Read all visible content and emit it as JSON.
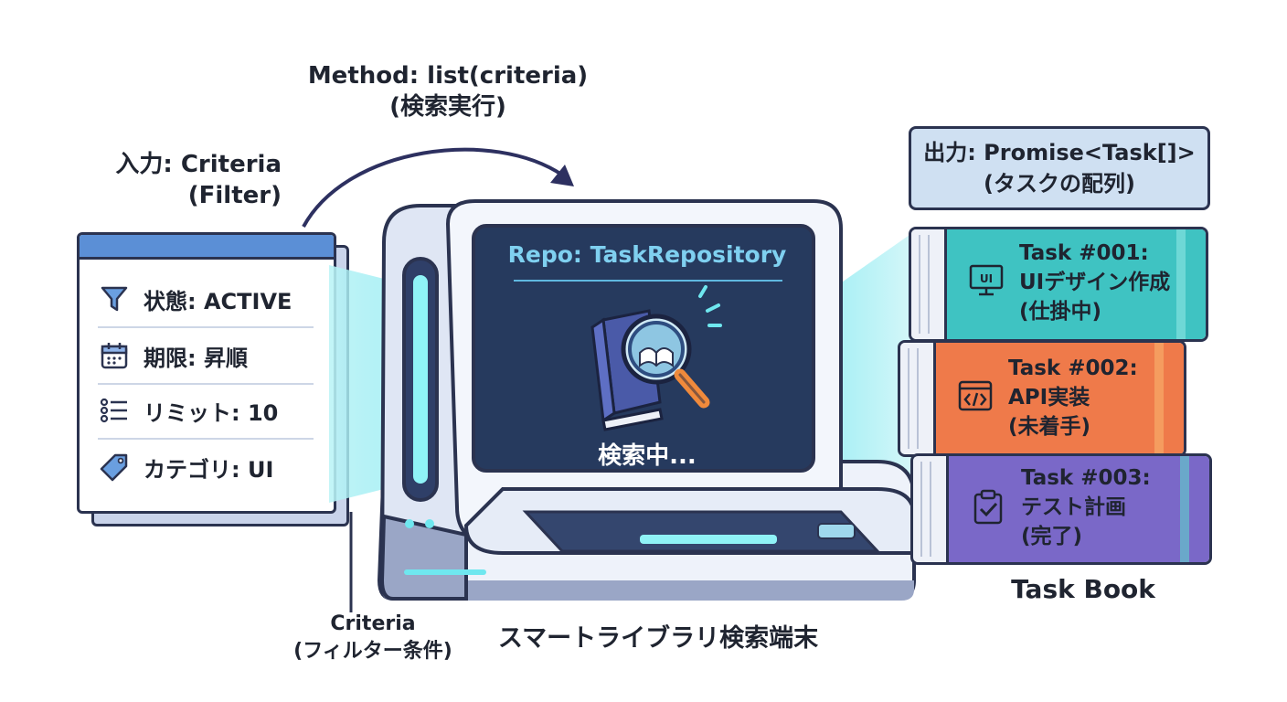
{
  "method": {
    "line1": "Method: list(criteria)",
    "line2": "(検索実行)"
  },
  "input": {
    "line1": "入力: Criteria",
    "line2": "(Filter)"
  },
  "filters": [
    {
      "icon": "funnel-icon",
      "text": "状態: ACTIVE"
    },
    {
      "icon": "calendar-icon",
      "text": "期限: 昇順"
    },
    {
      "icon": "list-icon",
      "text": "リミット: 10"
    },
    {
      "icon": "tag-icon",
      "text": "カテゴリ: UI"
    }
  ],
  "terminal": {
    "screen_title": "Repo: TaskRepository",
    "status": "検索中...",
    "caption": "スマートライブラリ検索端末"
  },
  "criteria_caption": {
    "line1": "Criteria",
    "line2": "(フィルター条件)"
  },
  "output": {
    "line1": "出力: Promise<Task[]>",
    "line2": "(タスクの配列)"
  },
  "books": [
    {
      "icon": "ui-monitor-icon",
      "line1": "Task #001:",
      "line2": "UIデザイン作成",
      "line3": "(仕掛中)",
      "color": "#3fc3c2"
    },
    {
      "icon": "code-window-icon",
      "line1": "Task #002:",
      "line2": "API実装",
      "line3": "(未着手)",
      "color": "#ef7a4a"
    },
    {
      "icon": "clipboard-check-icon",
      "line1": "Task #003:",
      "line2": "テスト計画",
      "line3": "(完了)",
      "color": "#7a68c8"
    }
  ],
  "book_label": "Task Book"
}
